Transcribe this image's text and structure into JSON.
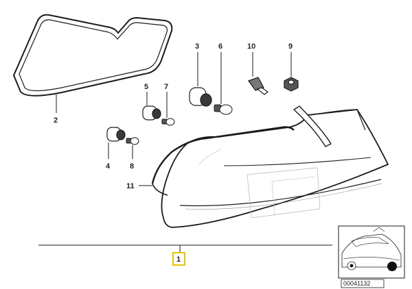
{
  "labels": {
    "l1": "1",
    "l2": "2",
    "l3": "3",
    "l4": "4",
    "l5": "5",
    "l6": "6",
    "l7": "7",
    "l8": "8",
    "l9": "9",
    "l10": "10",
    "l11": "11"
  },
  "reference_code": "00041132",
  "colors": {
    "line": "#1a1a1a",
    "highlight": "#e8c400",
    "light_grey": "#d9d9d9"
  }
}
